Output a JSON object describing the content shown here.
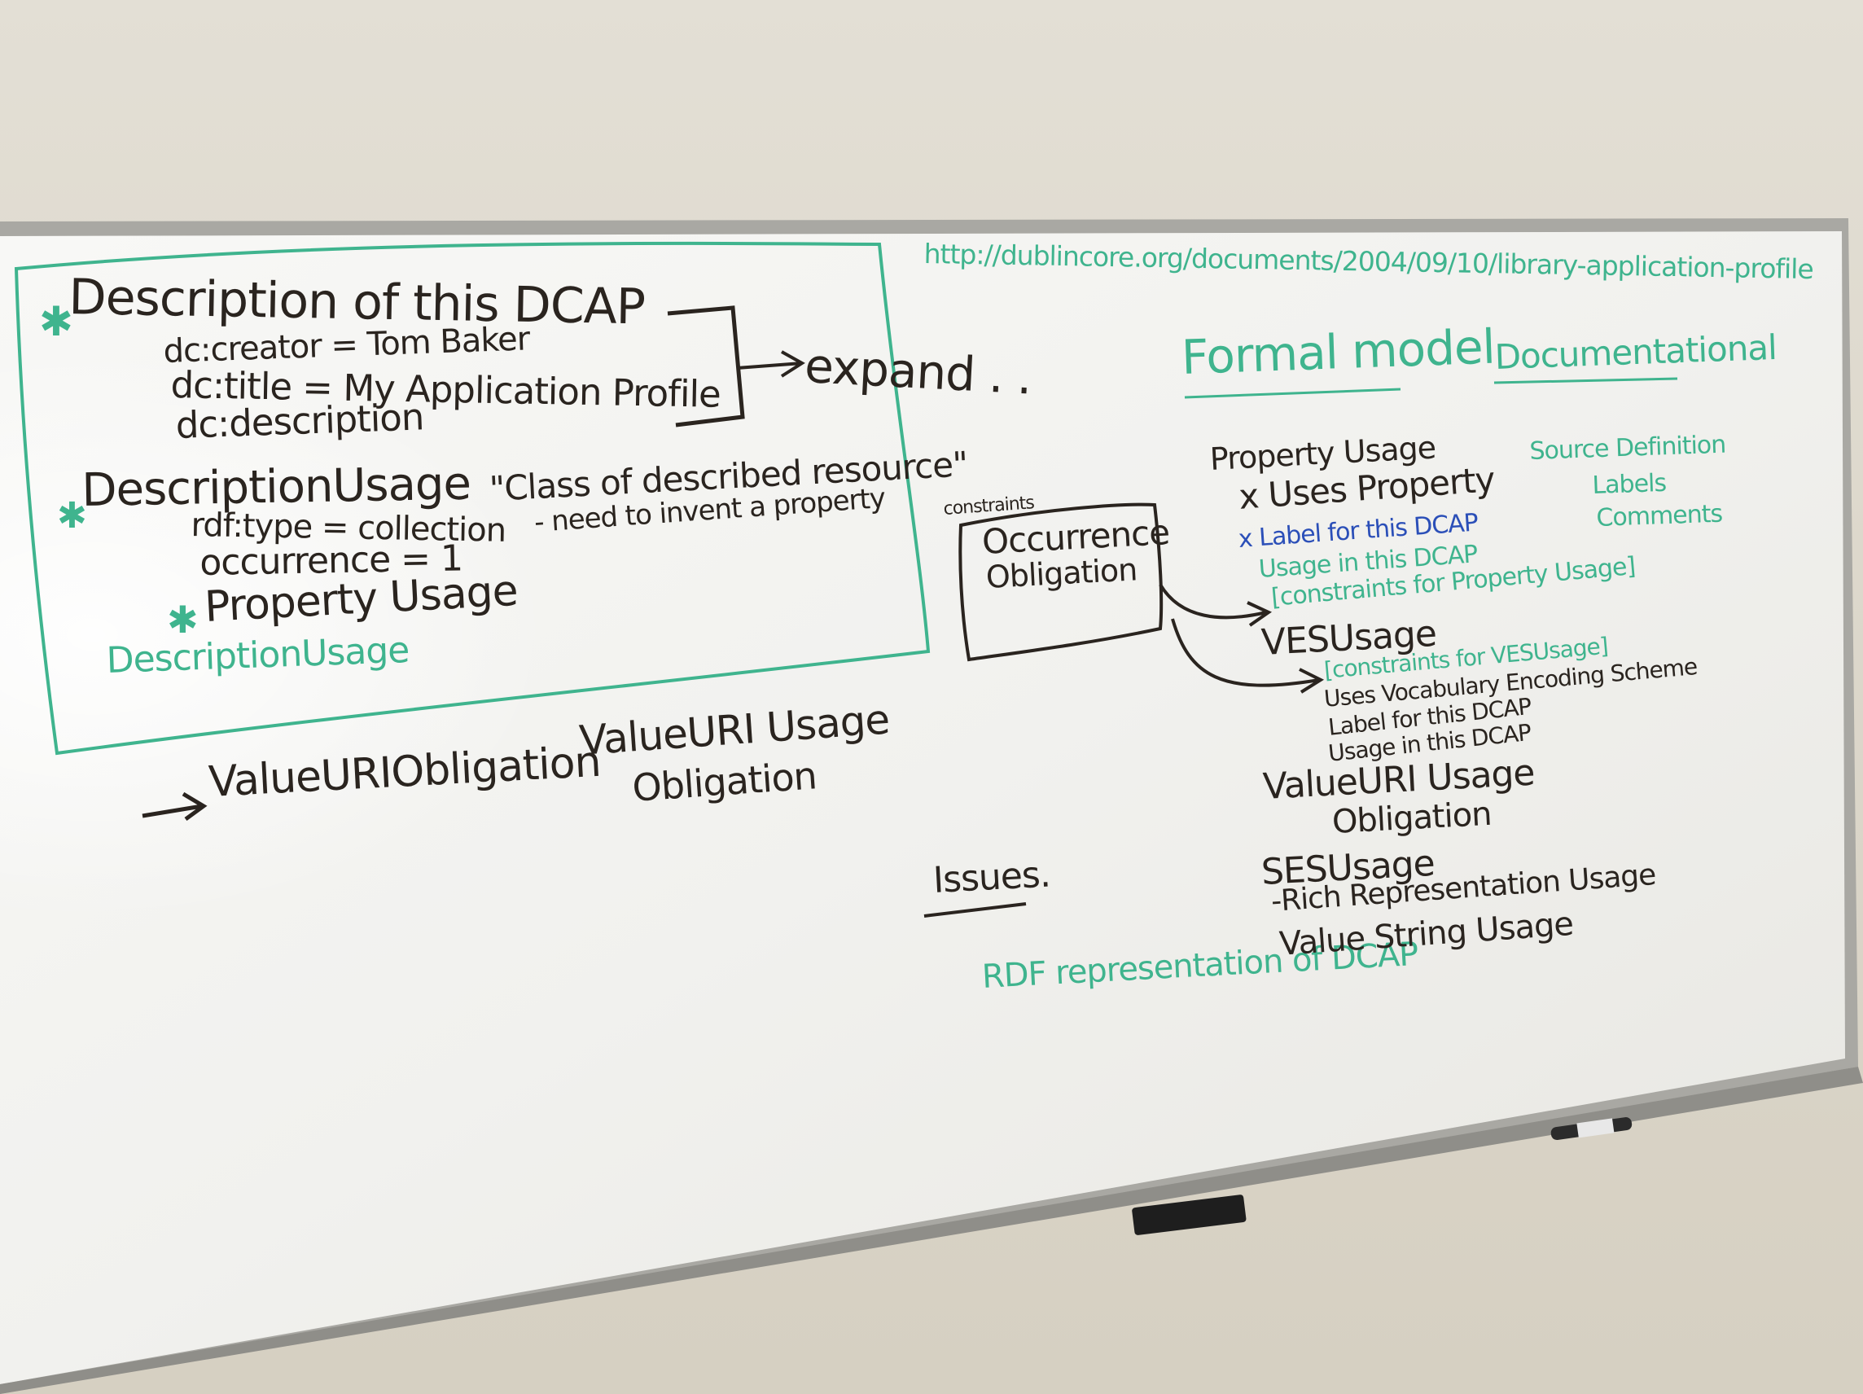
{
  "colors": {
    "wall": "#ddd8cc",
    "board": "#f1f1ee",
    "frame": "#a9a8a3",
    "black_marker": "#2a241f",
    "green_marker": "#3fb48e",
    "blue_marker": "#2b4fb8"
  },
  "url": "http://dublincore.org/documents/2004/09/10/library-application-profile",
  "left_box": {
    "heading": "Description of this DCAP",
    "creator": "dc:creator = Tom Baker",
    "title": "dc:title = My Application Profile",
    "description": "dc:description",
    "expand": "expand . .",
    "description_usage": "DescriptionUsage",
    "rdf_type": "rdf:type = collection",
    "occurrence": "occurrence = 1",
    "class_note": "\"Class of described resource\"",
    "class_note_sub": "- need to invent a property",
    "property_usage": "Property Usage",
    "description_usage_green": "DescriptionUsage"
  },
  "bottom_left": {
    "value_uri_obligation": "ValueURIObligation",
    "value_uri_usage": "ValueURI Usage",
    "obligation": "Obligation",
    "issues": "Issues."
  },
  "center": {
    "constraints": "constraints",
    "occurrence": "Occurrence",
    "obligation": "Obligation"
  },
  "formal_model": {
    "heading": "Formal model",
    "property_usage": "Property Usage",
    "uses_property": "x Uses Property",
    "label": "x Label for this DCAP",
    "usage": "Usage in this DCAP",
    "constraints_property": "[constraints for Property Usage]",
    "ves_usage": "VESUsage",
    "constraints_ves": "[constraints for VESUsage]",
    "uses_ves": "Uses Vocabulary Encoding Scheme",
    "label_ves": "Label for this DCAP",
    "usage_ves": "Usage in this DCAP",
    "value_uri_usage": "ValueURI Usage",
    "obligation": "Obligation",
    "ses_usage": "SESUsage",
    "rich_rep": "-Rich Representation Usage",
    "value_string": "Value String Usage",
    "rdf_rep": "RDF representation of DCAP"
  },
  "documentational": {
    "heading": "Documentational",
    "source": "Source Definition",
    "labels": "Labels",
    "comments": "Comments"
  }
}
